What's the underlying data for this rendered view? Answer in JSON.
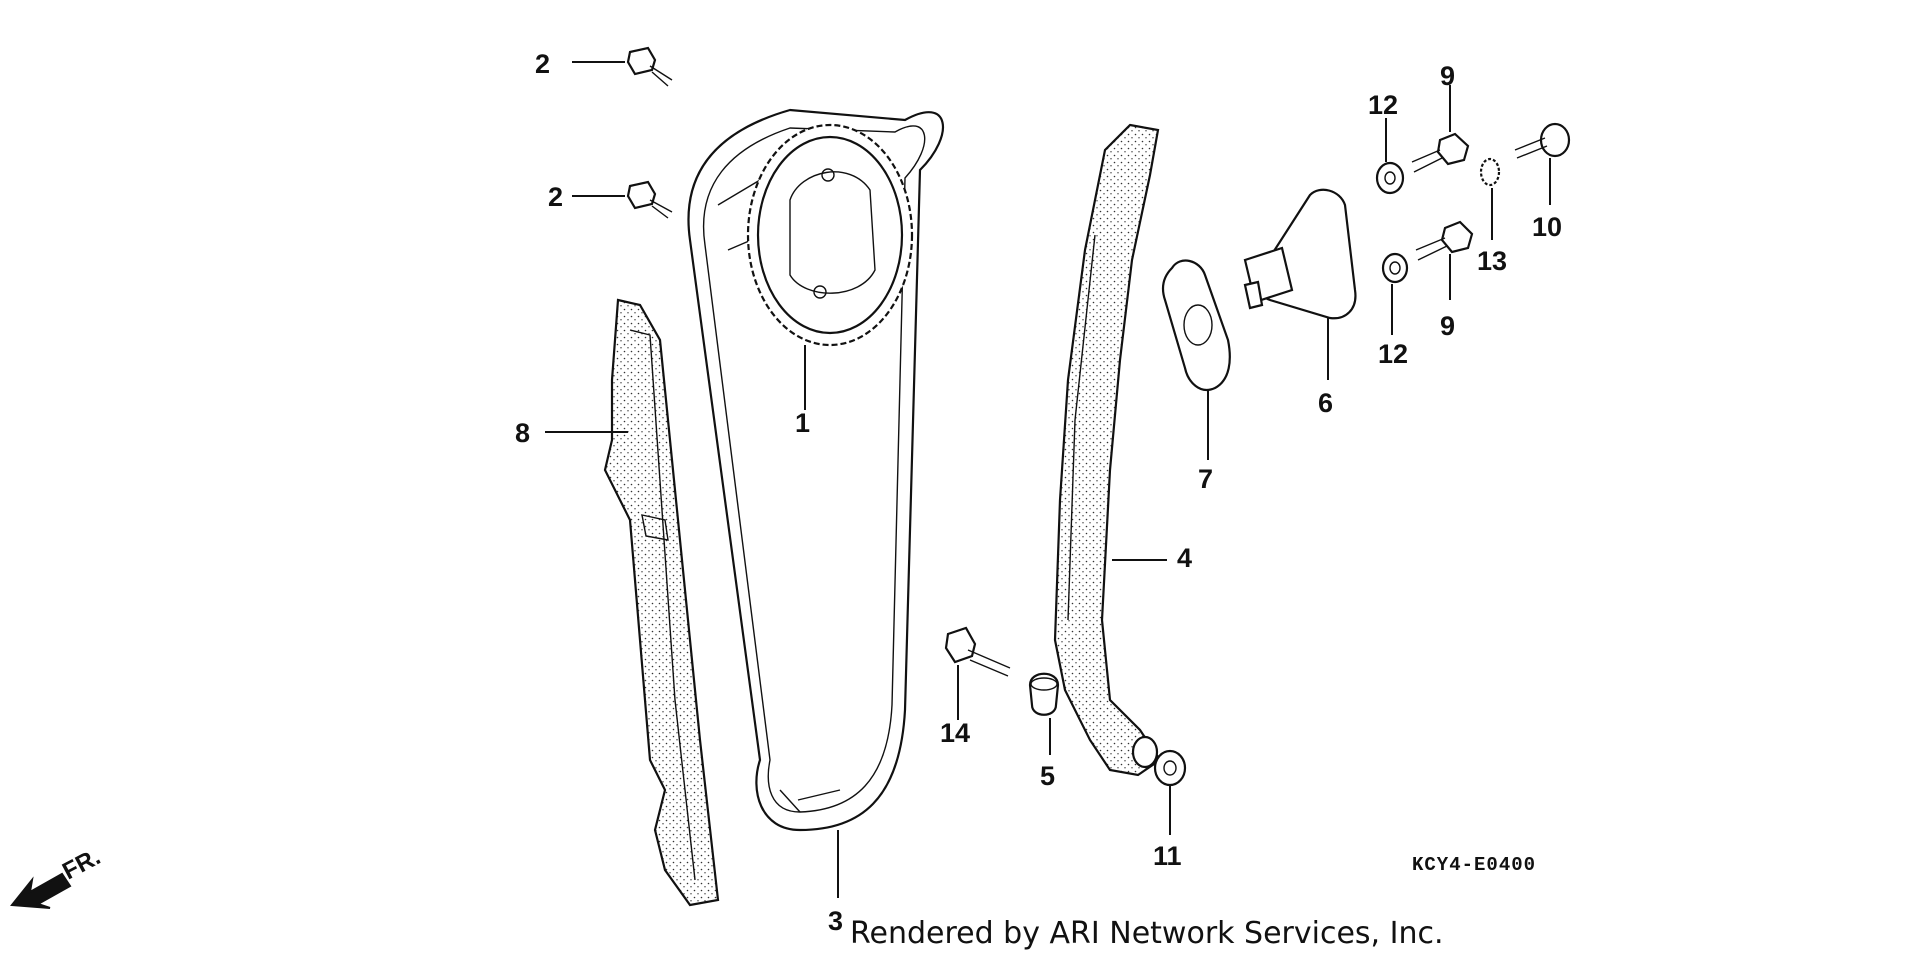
{
  "diagram": {
    "callouts": [
      "1",
      "2",
      "2",
      "3",
      "4",
      "5",
      "6",
      "7",
      "8",
      "9",
      "9",
      "10",
      "11",
      "12",
      "12",
      "13",
      "14"
    ],
    "code": "KCY4-E0400",
    "credit": "Rendered by ARI Network Services, Inc.",
    "direction": "FR."
  }
}
